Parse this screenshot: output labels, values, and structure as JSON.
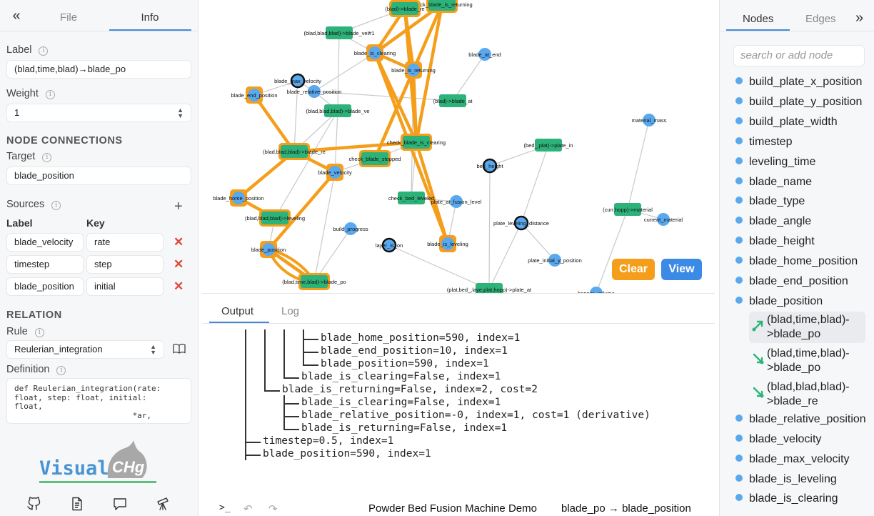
{
  "left_panel": {
    "collapse_icon": "«",
    "tabs": [
      "File",
      "Info"
    ],
    "active_tab": "Info",
    "label_title": "Label",
    "label_value": "(blad,time,blad)→blade_po",
    "weight_title": "Weight",
    "weight_value": "1",
    "node_connections_title": "NODE CONNECTIONS",
    "target_title": "Target",
    "target_value": "blade_position",
    "sources_title": "Sources",
    "sources_columns": [
      "Label",
      "Key"
    ],
    "sources": [
      {
        "label": "blade_velocity",
        "key": "rate"
      },
      {
        "label": "timestep",
        "key": "step"
      },
      {
        "label": "blade_position",
        "key": "initial"
      }
    ],
    "relation_title": "RELATION",
    "rule_title": "Rule",
    "rule_value": "Reulerian_integration",
    "definition_title": "Definition",
    "definition_code": "def Reulerian_integration(rate:\nfloat, step: float, initial:\nfloat,\n                         *ar,",
    "logo_text": "Visual",
    "logo_badge": "CHg",
    "footer_icons": [
      "github-icon",
      "document-icon",
      "comment-icon",
      "telescope-icon"
    ]
  },
  "graph": {
    "nodes": [
      {
        "label": "check_blade_is_returning",
        "kind": "check"
      },
      {
        "label": "(blad)->blade_re",
        "kind": "relation"
      },
      {
        "label": "(blad,blad,blad)->blade_vel#1",
        "kind": "relation"
      },
      {
        "label": "blade_is_clearing",
        "kind": "variable"
      },
      {
        "label": "blade_at_end",
        "kind": "variable"
      },
      {
        "label": "blade_is_returning",
        "kind": "variable"
      },
      {
        "label": "blade_max_velocity",
        "kind": "variable"
      },
      {
        "label": "blade_end_position",
        "kind": "variable"
      },
      {
        "label": "blade_relative_position",
        "kind": "variable"
      },
      {
        "label": "(blad)->blade_at",
        "kind": "relation"
      },
      {
        "label": "(blad,blad,blad)->blade_ve",
        "kind": "relation"
      },
      {
        "label": "material_mass",
        "kind": "variable"
      },
      {
        "label": "check_blade_is_clearing",
        "kind": "check"
      },
      {
        "label": "(blad,blad,blad)->blade_re",
        "kind": "relation"
      },
      {
        "label": "(bed_,plat)->plate_in",
        "kind": "relation"
      },
      {
        "label": "check_blade_stopped",
        "kind": "check"
      },
      {
        "label": "bed_height",
        "kind": "variable"
      },
      {
        "label": "blade_velocity",
        "kind": "variable"
      },
      {
        "label": "blade_home_position",
        "kind": "variable"
      },
      {
        "label": "check_bed_leveled",
        "kind": "check"
      },
      {
        "label": "plate_at_fusion_level",
        "kind": "variable"
      },
      {
        "label": "(curr,hopp)->material",
        "kind": "relation"
      },
      {
        "label": "(blad,blad,blad)->leveling",
        "kind": "relation"
      },
      {
        "label": "current_material",
        "kind": "variable"
      },
      {
        "label": "build_progress",
        "kind": "variable"
      },
      {
        "label": "plate_leveling_distance",
        "kind": "variable"
      },
      {
        "label": "layer_is_on",
        "kind": "variable"
      },
      {
        "label": "blade_is_leveling",
        "kind": "variable"
      },
      {
        "label": "blade_position",
        "kind": "variable"
      },
      {
        "label": "plate_initial_y_position",
        "kind": "variable"
      },
      {
        "label": "(blad,time,blad)->blade_po",
        "kind": "relation"
      },
      {
        "label": "(plat,bed_,laye,plat,hopp)->plate_at",
        "kind": "relation"
      },
      {
        "label": "hopper_volume",
        "kind": "variable"
      }
    ],
    "clear_label": "Clear",
    "view_label": "View"
  },
  "output": {
    "tabs": [
      "Output",
      "Log"
    ],
    "active_tab": "Output",
    "lines": [
      "blade_home_position=590, index=1",
      "blade_end_position=10, index=1",
      "blade_position=590, index=1",
      "blade_is_clearing=False, index=1",
      "blade_is_returning=False, index=2, cost=2",
      "blade_is_clearing=False, index=1",
      "blade_relative_position=-0, index=1, cost=1 (derivative)",
      "blade_is_returning=False, index=1",
      "timestep=0.5, index=1",
      "blade_position=590, index=1"
    ]
  },
  "status_bar": {
    "terminal_icon": ">_",
    "undo_icon": "↶",
    "redo_icon": "↷",
    "title": "Powder Bed Fusion Machine Demo",
    "selection": "blade_po → blade_position"
  },
  "right_panel": {
    "tabs": [
      "Nodes",
      "Edges"
    ],
    "active_tab": "Nodes",
    "collapse_icon": "»",
    "search_placeholder": "search or add node",
    "nodes": [
      "build_plate_x_position",
      "build_plate_y_position",
      "build_plate_width",
      "timestep",
      "leveling_time",
      "blade_name",
      "blade_type",
      "blade_angle",
      "blade_height",
      "blade_home_position",
      "blade_end_position",
      "blade_position"
    ],
    "blade_position_edges": [
      {
        "line1": "(blad,time,blad)-",
        "line2": ">blade_po",
        "direction": "outgoing",
        "selected": true
      },
      {
        "line1": "(blad,time,blad)-",
        "line2": ">blade_po",
        "direction": "incoming",
        "selected": false
      },
      {
        "line1": "(blad,blad,blad)-",
        "line2": ">blade_re",
        "direction": "incoming",
        "selected": false
      }
    ],
    "nodes_after": [
      "blade_relative_position",
      "blade_velocity",
      "blade_max_velocity",
      "blade_is_leveling",
      "blade_is_clearing"
    ]
  },
  "colors": {
    "accent_blue": "#4a89d8",
    "variable_node": "#5aa9ee",
    "relation_node": "#2db37a",
    "highlight_orange": "#f59e1c",
    "delete_red": "#e0473a"
  }
}
